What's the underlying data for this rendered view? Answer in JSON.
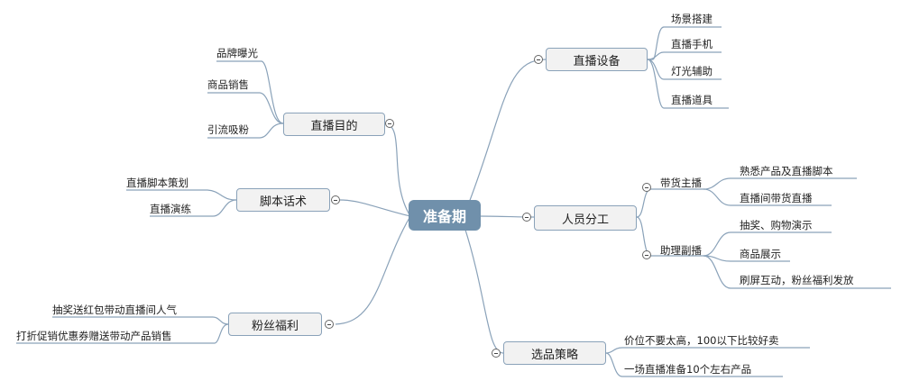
{
  "center": {
    "label": "准备期"
  },
  "branches": {
    "live_purpose": {
      "label": "直播目的",
      "children": [
        "品牌曝光",
        "商品销售",
        "引流吸粉"
      ]
    },
    "script_talk": {
      "label": "脚本话术",
      "children": [
        "直播脚本策划",
        "直播演练"
      ]
    },
    "fan_benefits": {
      "label": "粉丝福利",
      "children": [
        "抽奖送红包带动直播间人气",
        "打折促销优惠券赠送带动产品销售"
      ]
    },
    "live_equipment": {
      "label": "直播设备",
      "children": [
        "场景搭建",
        "直播手机",
        "灯光辅助",
        "直播道具"
      ]
    },
    "staffing": {
      "label": "人员分工",
      "host": {
        "label": "带货主播",
        "children": [
          "熟悉产品及直播脚本",
          "直播间带货直播"
        ]
      },
      "assistant": {
        "label": "助理副播",
        "children": [
          "抽奖、购物演示",
          "商品展示",
          "刷屏互动，粉丝福利发放"
        ]
      }
    },
    "product_selection": {
      "label": "选品策略",
      "children": [
        "价位不要太高，100以下比较好卖",
        "一场直播准备10个左右产品"
      ]
    }
  },
  "colors": {
    "center_fill": "#7090ab",
    "node_border": "#8aa2b9",
    "line": "#8aa2b9"
  }
}
